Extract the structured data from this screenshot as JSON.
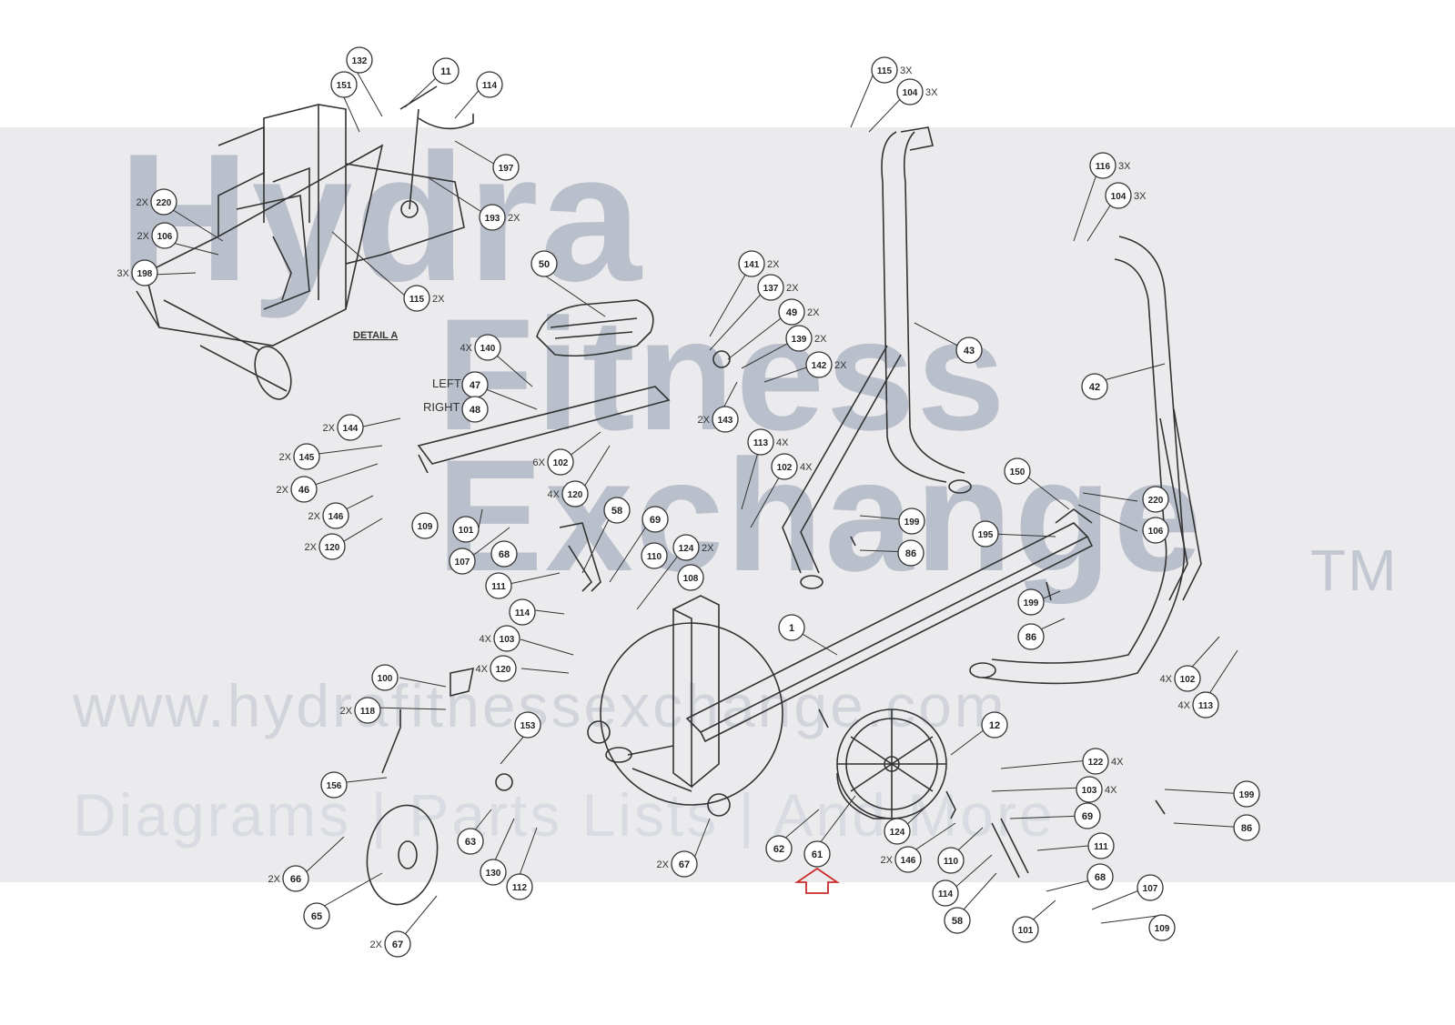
{
  "watermark": {
    "brand_line1": "Hydra",
    "brand_line2": "Fitness",
    "brand_line3": "Exchange",
    "trademark": "TM",
    "url": "www.hydrafitnessexchange.com",
    "subtitle": "Diagrams | Parts Lists | And More"
  },
  "detail_label": "DETAIL A",
  "side_labels": {
    "left": "LEFT",
    "right": "RIGHT"
  },
  "callouts": [
    {
      "n": "132",
      "q": ""
    },
    {
      "n": "151",
      "q": ""
    },
    {
      "n": "11",
      "q": ""
    },
    {
      "n": "114",
      "q": ""
    },
    {
      "n": "197",
      "q": ""
    },
    {
      "n": "193",
      "q": "2X"
    },
    {
      "n": "220",
      "q": "2X"
    },
    {
      "n": "106",
      "q": "2X"
    },
    {
      "n": "198",
      "q": "3X"
    },
    {
      "n": "115",
      "q": "2X"
    },
    {
      "n": "50",
      "q": ""
    },
    {
      "n": "140",
      "q": "4X"
    },
    {
      "n": "47",
      "q": ""
    },
    {
      "n": "48",
      "q": ""
    },
    {
      "n": "144",
      "q": "2X"
    },
    {
      "n": "145",
      "q": "2X"
    },
    {
      "n": "46",
      "q": "2X"
    },
    {
      "n": "146",
      "q": "2X"
    },
    {
      "n": "120",
      "q": "2X"
    },
    {
      "n": "102",
      "q": "6X"
    },
    {
      "n": "120",
      "q": "4X"
    },
    {
      "n": "109",
      "q": ""
    },
    {
      "n": "101",
      "q": ""
    },
    {
      "n": "107",
      "q": ""
    },
    {
      "n": "68",
      "q": ""
    },
    {
      "n": "58",
      "q": ""
    },
    {
      "n": "69",
      "q": ""
    },
    {
      "n": "111",
      "q": ""
    },
    {
      "n": "110",
      "q": ""
    },
    {
      "n": "124",
      "q": "2X"
    },
    {
      "n": "108",
      "q": ""
    },
    {
      "n": "114",
      "q": ""
    },
    {
      "n": "103",
      "q": "4X"
    },
    {
      "n": "120",
      "q": "4X"
    },
    {
      "n": "100",
      "q": ""
    },
    {
      "n": "118",
      "q": "2X"
    },
    {
      "n": "153",
      "q": ""
    },
    {
      "n": "156",
      "q": ""
    },
    {
      "n": "63",
      "q": ""
    },
    {
      "n": "130",
      "q": ""
    },
    {
      "n": "112",
      "q": ""
    },
    {
      "n": "66",
      "q": "2X"
    },
    {
      "n": "65",
      "q": ""
    },
    {
      "n": "67",
      "q": "2X"
    },
    {
      "n": "67",
      "q": "2X"
    },
    {
      "n": "62",
      "q": ""
    },
    {
      "n": "61",
      "q": ""
    },
    {
      "n": "141",
      "q": "2X"
    },
    {
      "n": "137",
      "q": "2X"
    },
    {
      "n": "49",
      "q": "2X"
    },
    {
      "n": "139",
      "q": "2X"
    },
    {
      "n": "142",
      "q": "2X"
    },
    {
      "n": "143",
      "q": "2X"
    },
    {
      "n": "113",
      "q": "4X"
    },
    {
      "n": "102",
      "q": "4X"
    },
    {
      "n": "115",
      "q": "3X"
    },
    {
      "n": "104",
      "q": "3X"
    },
    {
      "n": "43",
      "q": ""
    },
    {
      "n": "116",
      "q": "3X"
    },
    {
      "n": "104",
      "q": "3X"
    },
    {
      "n": "42",
      "q": ""
    },
    {
      "n": "199",
      "q": ""
    },
    {
      "n": "86",
      "q": ""
    },
    {
      "n": "1",
      "q": ""
    },
    {
      "n": "150",
      "q": ""
    },
    {
      "n": "195",
      "q": ""
    },
    {
      "n": "220",
      "q": ""
    },
    {
      "n": "106",
      "q": ""
    },
    {
      "n": "199",
      "q": ""
    },
    {
      "n": "86",
      "q": ""
    },
    {
      "n": "12",
      "q": ""
    },
    {
      "n": "122",
      "q": "4X"
    },
    {
      "n": "103",
      "q": "4X"
    },
    {
      "n": "69",
      "q": ""
    },
    {
      "n": "111",
      "q": ""
    },
    {
      "n": "124",
      "q": ""
    },
    {
      "n": "146",
      "q": "2X"
    },
    {
      "n": "110",
      "q": ""
    },
    {
      "n": "114",
      "q": ""
    },
    {
      "n": "68",
      "q": ""
    },
    {
      "n": "58",
      "q": ""
    },
    {
      "n": "107",
      "q": ""
    },
    {
      "n": "101",
      "q": ""
    },
    {
      "n": "109",
      "q": ""
    },
    {
      "n": "102",
      "q": "4X"
    },
    {
      "n": "113",
      "q": "4X"
    },
    {
      "n": "199",
      "q": ""
    },
    {
      "n": "86",
      "q": ""
    }
  ],
  "colors": {
    "line": "#333333",
    "arrow": "#cc2b2b",
    "watermark": "#b9bfcb",
    "band": "#ebebed"
  }
}
